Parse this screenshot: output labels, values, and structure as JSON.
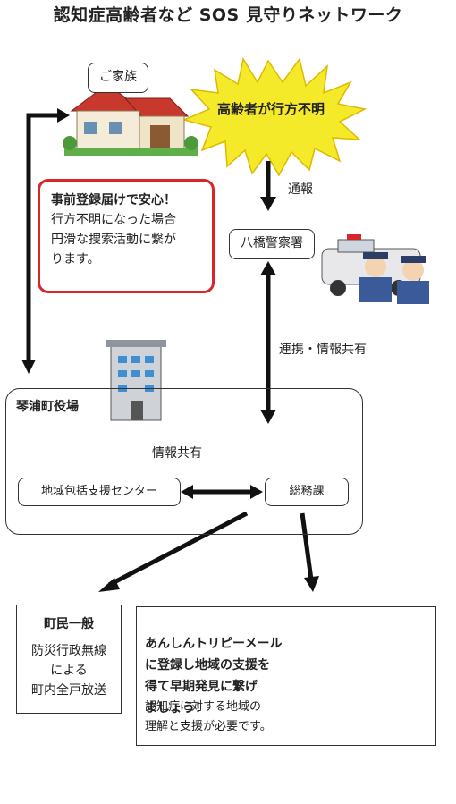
{
  "title": "認知症高齢者など SOS 見守りネットワーク",
  "family_label": "ご家族",
  "missing_label": "高齢者が行方不明",
  "report_label": "通報",
  "police_label": "八橋警察署",
  "cooperation_label": "連携・情報共有",
  "notice": {
    "heading": "事前登録届けで安心！",
    "lines": [
      "行方不明になった場合",
      "円滑な捜索活動に繋が",
      "ります。"
    ]
  },
  "office": {
    "name": "琴浦町役場",
    "info_share": "情報共有",
    "center": "地域包括支援センター",
    "general_affairs": "総務課"
  },
  "residents": {
    "heading": "町民一般",
    "lines": [
      "防災行政無線",
      "による",
      "町内全戸放送"
    ]
  },
  "mail": {
    "lines": [
      "あんしんトリピーメール",
      "に登録し地域の支援を",
      "得て早期発見に繋げ",
      "ましょう！"
    ],
    "sub_lines": [
      "認知症に対する地域の",
      "理解と支援が必要です。"
    ]
  },
  "colors": {
    "burst": "#f5ea2a",
    "burst_edge": "#e0b800",
    "warn_border": "#d6262a"
  }
}
